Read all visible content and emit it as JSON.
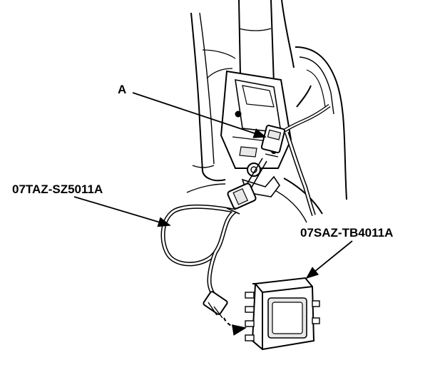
{
  "callouts": {
    "a": "A",
    "harness": "07TAZ-SZ5011A",
    "unit": "07SAZ-TB4011A"
  },
  "colors": {
    "ink": "#000000",
    "paper": "#ffffff",
    "shade": "#e8e8e8"
  }
}
